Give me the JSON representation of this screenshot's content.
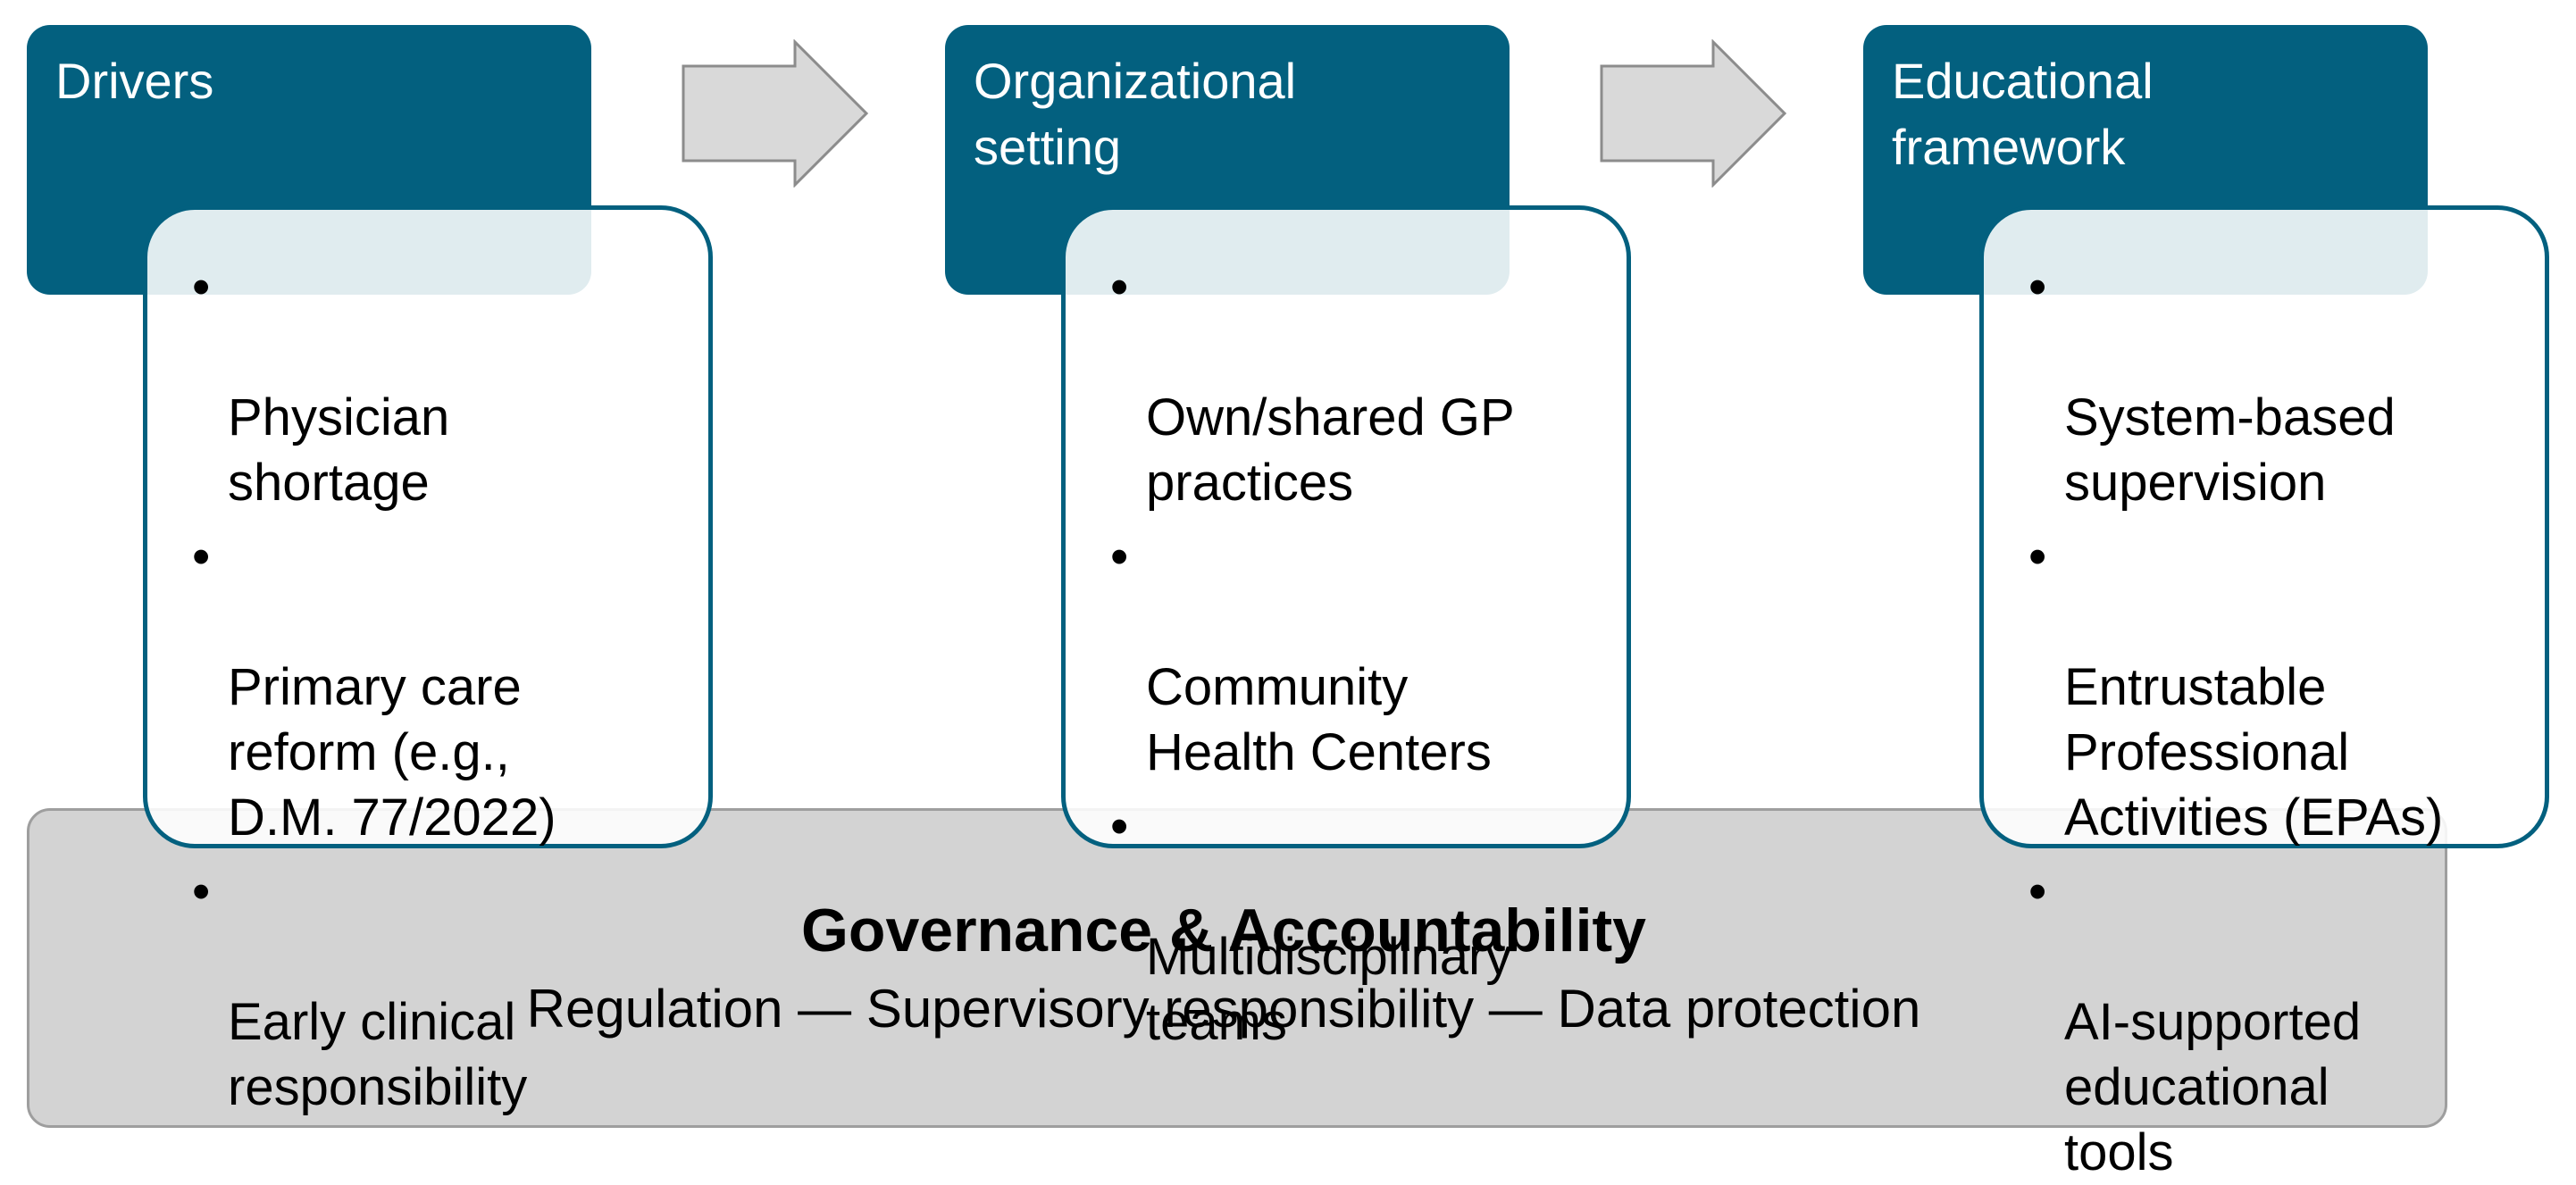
{
  "stages": [
    {
      "title": "Drivers",
      "items": [
        "Physician\nshortage",
        "Primary care\nreform (e.g.,\nD.M. 77/2022)",
        "Early clinical\nresponsibility"
      ]
    },
    {
      "title": "Organizational\nsetting",
      "items": [
        "Own/shared GP\npractices",
        "Community\nHealth Centers",
        "Multidisciplinary\nteams"
      ]
    },
    {
      "title": "Educational\nframework",
      "items": [
        "System-based\nsupervision",
        "Entrustable\nProfessional\nActivities (EPAs)",
        "AI-supported\neducational\ntools"
      ]
    }
  ],
  "bullet_symbol": "•",
  "governance": {
    "title": "Governance & Accountability",
    "subtitle": "Regulation — Supervisory responsibility — Data protection"
  },
  "colors": {
    "header_fill": "#03607f",
    "card_border": "#03607f",
    "arrow_fill": "#d9d9d9",
    "arrow_stroke": "#8c8c8c",
    "governance_fill": "#d3d3d3"
  },
  "icons": {
    "flow_arrow": "right-block-arrow"
  }
}
